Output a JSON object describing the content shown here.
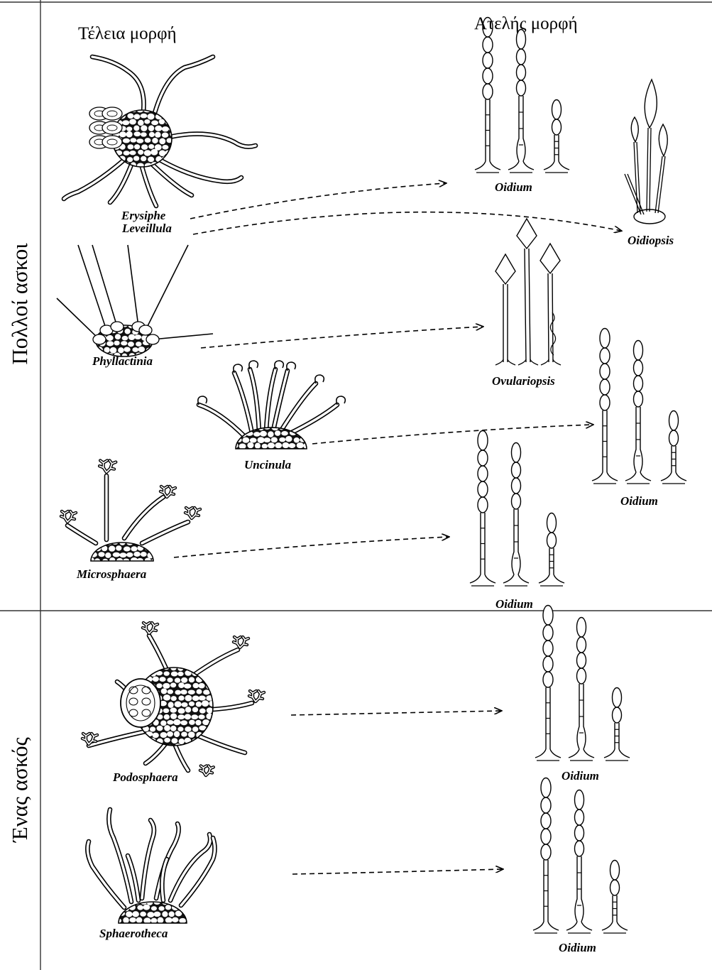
{
  "headers": {
    "perfect": "Τέλεια μορφή",
    "imperfect": "Ατελής μορφή"
  },
  "sections": {
    "many": "Πολλοί ασκοι",
    "one": "Ένας ασκός"
  },
  "perfect_labels": {
    "erysiphe": "Erysiphe",
    "leveillula": "Leveillula",
    "phyllactinia": "Phyllactinia",
    "uncinula": "Uncinula",
    "microsphaera": "Microsphaera",
    "podosphaera": "Podosphaera",
    "sphaerotheca": "Sphaerotheca"
  },
  "imperfect_labels": {
    "oidium_1": "Oidium",
    "oidiopsis": "Oidiopsis",
    "ovulariopsis": "Ovulariopsis",
    "oidium_2": "Oidium",
    "oidium_3": "Oidium",
    "oidium_4": "Oidium",
    "oidium_5": "Oidium"
  }
}
